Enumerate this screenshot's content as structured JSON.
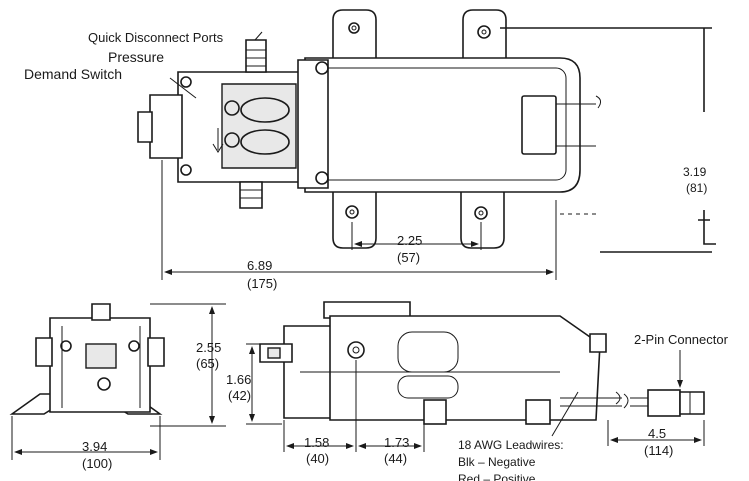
{
  "labels": {
    "quick_disconnect": "Quick Disconnect Ports",
    "pressure_1": "Pressure",
    "pressure_2": "Demand Switch",
    "two_pin": "2-Pin Connector",
    "awg_1": "18 AWG Leadwires:",
    "awg_2": "Blk – Negative",
    "awg_3": "Red – Positive"
  },
  "dimensions": {
    "height": {
      "in": "3.19",
      "mm": "(81)"
    },
    "length": {
      "in": "6.89",
      "mm": "(175)"
    },
    "mount_spacing": {
      "in": "2.25",
      "mm": "(57)"
    },
    "front_height": {
      "in": "2.55",
      "mm": "(65)"
    },
    "port_height": {
      "in": "1.66",
      "mm": "(42)"
    },
    "front_width": {
      "in": "3.94",
      "mm": "(100)"
    },
    "side_a": {
      "in": "1.58",
      "mm": "(40)"
    },
    "side_b": {
      "in": "1.73",
      "mm": "(44)"
    },
    "lead_length": {
      "in": "4.5",
      "mm": "(114)"
    }
  }
}
